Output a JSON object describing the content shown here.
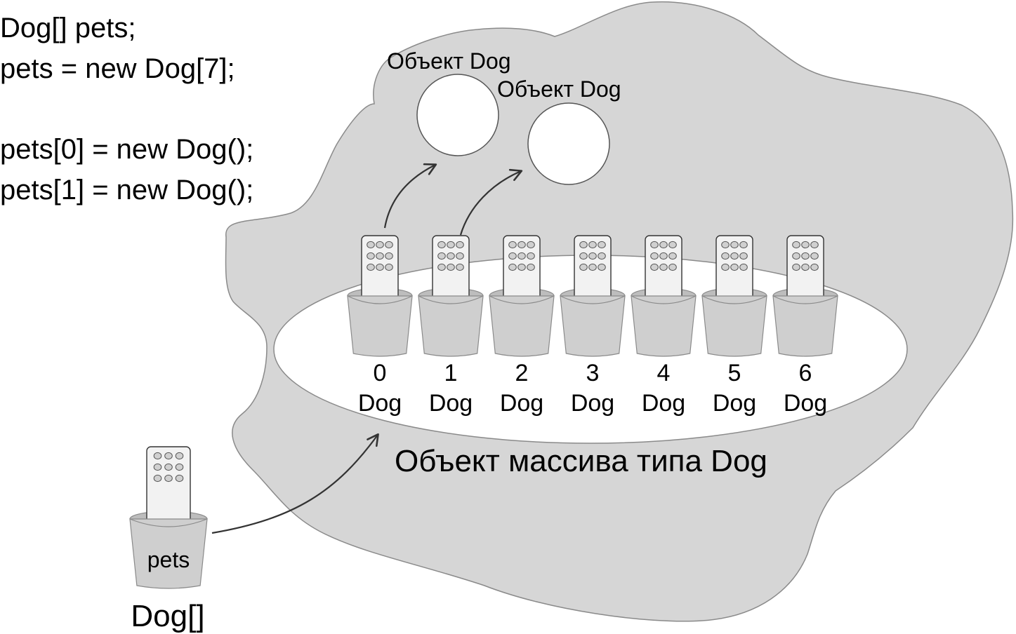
{
  "code": {
    "line1": "Dog[] pets;",
    "line2": "pets = new Dog[7];",
    "line3": "pets[0] = new Dog();",
    "line4": "pets[1] = new Dog();"
  },
  "objects": {
    "dog_object_label_1": "Объект Dog",
    "dog_object_label_2": "Объект Dog"
  },
  "array": {
    "label": "Объект массива типа Dog",
    "slots": [
      {
        "index": "0",
        "type": "Dog"
      },
      {
        "index": "1",
        "type": "Dog"
      },
      {
        "index": "2",
        "type": "Dog"
      },
      {
        "index": "3",
        "type": "Dog"
      },
      {
        "index": "4",
        "type": "Dog"
      },
      {
        "index": "5",
        "type": "Dog"
      },
      {
        "index": "6",
        "type": "Dog"
      }
    ]
  },
  "variable": {
    "name": "pets",
    "type": "Dog[]"
  },
  "colors": {
    "heap": "#d6d6d6",
    "heap_stroke": "#8a8a8a",
    "cup": "#cfcfcf",
    "cup_stroke": "#8a8a8a",
    "remote": "#f2f2f2",
    "button": "#d0d0d0",
    "arrow": "#333333"
  }
}
